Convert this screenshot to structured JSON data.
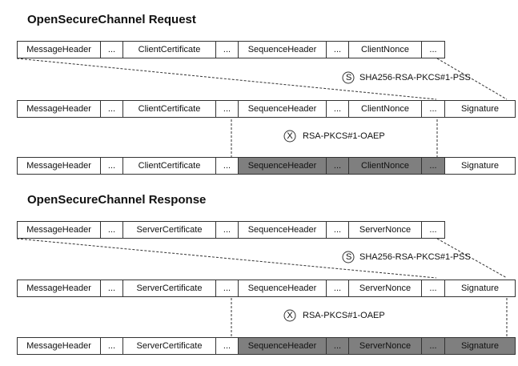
{
  "request": {
    "title": "OpenSecureChannel Request",
    "fields": [
      "MessageHeader",
      "...",
      "ClientCertificate",
      "...",
      "SequenceHeader",
      "...",
      "ClientNonce",
      "..."
    ],
    "signature_label": "Signature",
    "sign_symbol": "S",
    "sign_algorithm": "SHA256-RSA-PKCS#1-PSS",
    "encrypt_symbol": "X",
    "encrypt_algorithm": "RSA-PKCS#1-OAEP"
  },
  "response": {
    "title": "OpenSecureChannel Response",
    "fields": [
      "MessageHeader",
      "...",
      "ServerCertificate",
      "...",
      "SequenceHeader",
      "...",
      "ServerNonce",
      "..."
    ],
    "signature_label": "Signature",
    "sign_symbol": "S",
    "sign_algorithm": "SHA256-RSA-PKCS#1-PSS",
    "encrypt_symbol": "X",
    "encrypt_algorithm": "RSA-PKCS#1-OAEP"
  }
}
